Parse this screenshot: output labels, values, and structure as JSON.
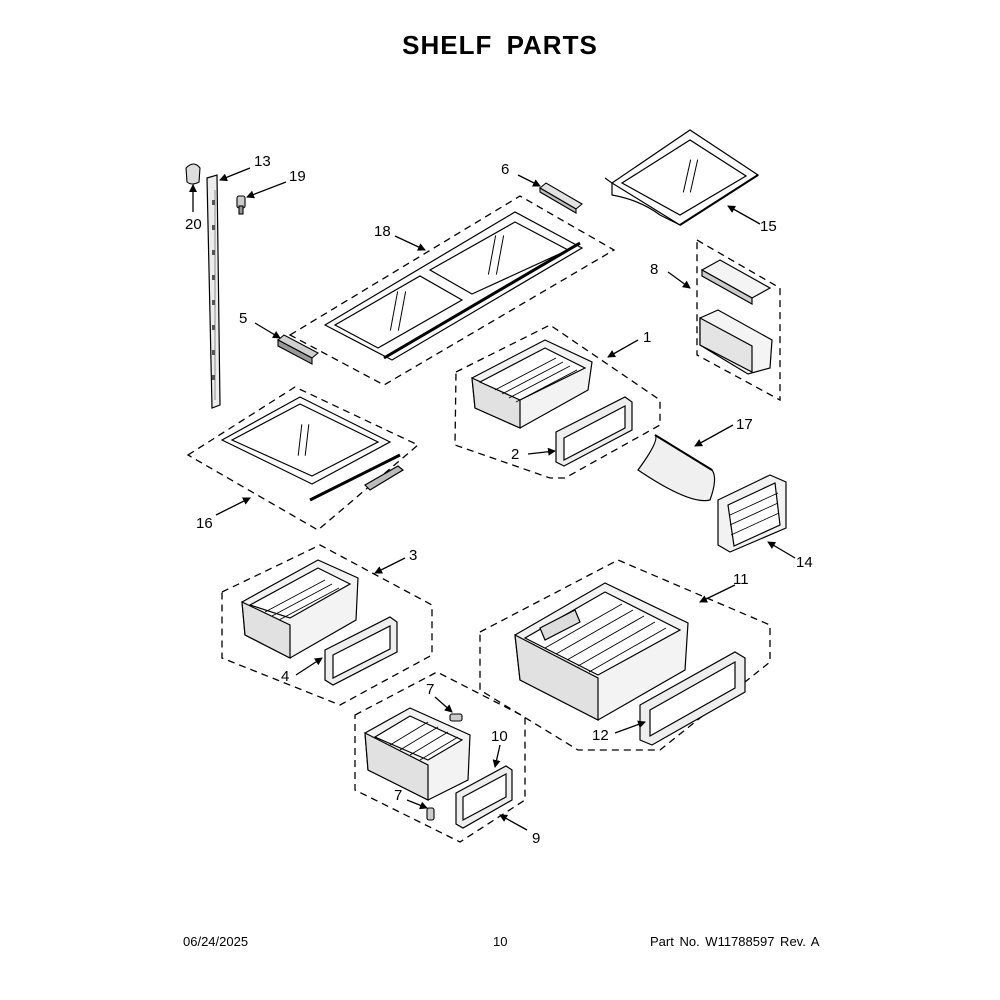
{
  "page": {
    "title": "SHELF PARTS",
    "footer": {
      "date": "06/24/2025",
      "page_number": "10",
      "part_number": "Part No.  W11788597  Rev.  A"
    }
  },
  "callouts": [
    {
      "id": "1",
      "label": "1"
    },
    {
      "id": "2",
      "label": "2"
    },
    {
      "id": "3",
      "label": "3"
    },
    {
      "id": "4",
      "label": "4"
    },
    {
      "id": "5",
      "label": "5"
    },
    {
      "id": "6",
      "label": "6"
    },
    {
      "id": "7a",
      "label": "7"
    },
    {
      "id": "7b",
      "label": "7"
    },
    {
      "id": "8",
      "label": "8"
    },
    {
      "id": "9",
      "label": "9"
    },
    {
      "id": "10",
      "label": "10"
    },
    {
      "id": "11",
      "label": "11"
    },
    {
      "id": "12",
      "label": "12"
    },
    {
      "id": "13",
      "label": "13"
    },
    {
      "id": "14",
      "label": "14"
    },
    {
      "id": "15",
      "label": "15"
    },
    {
      "id": "16",
      "label": "16"
    },
    {
      "id": "17",
      "label": "17"
    },
    {
      "id": "18",
      "label": "18"
    },
    {
      "id": "19",
      "label": "19"
    },
    {
      "id": "20",
      "label": "20"
    }
  ]
}
